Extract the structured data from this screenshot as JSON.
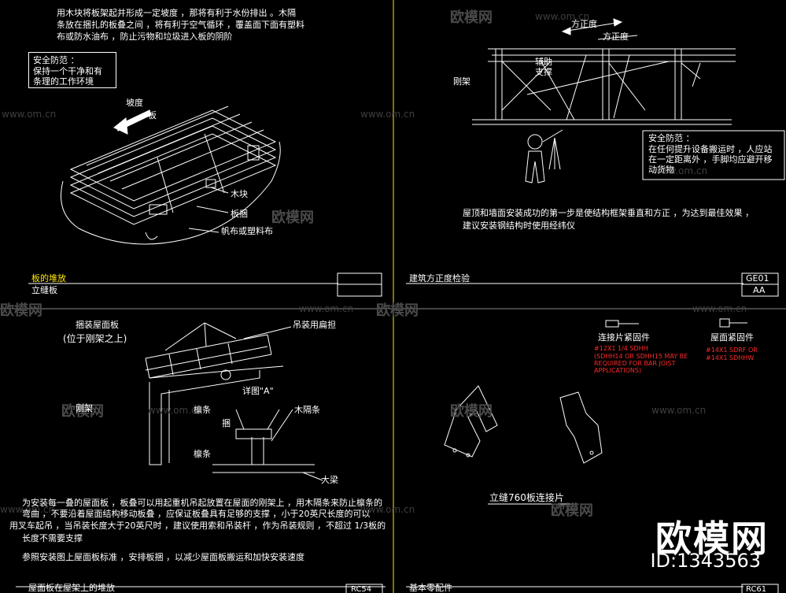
{
  "watermark": {
    "brand": "欧模网",
    "url": "www.om.cn",
    "id_label": "ID:1343563"
  },
  "q1": {
    "intro": [
      "用木块将板架起并形成一定坡度 ，那将有利于水份排出 。木隔",
      "条放在捆扎的板叠之间 ，将有利于空气循环 ，覆盖面下面有塑料",
      "布或防水油布 ，防止污物和垃圾进入板的阴阶"
    ],
    "safety": [
      "安全防范 ：",
      "保持一个干净和有",
      "条理的工作环境"
    ],
    "slope_label": "坡度",
    "board_label": "板",
    "callouts": [
      "木块",
      "板捆",
      "帆布或塑料布"
    ],
    "title": "板的堆放",
    "subtitle": "立缝板"
  },
  "q2": {
    "squareness": [
      "方正度",
      "方正度"
    ],
    "brace_label": "辅助支撑",
    "frame_label": "刚架",
    "safety": [
      "安全防范 ：",
      "在任何提升设备搬运时 ，人应站",
      "在一定距离外 ，手脚均应避开移",
      "动货物"
    ],
    "note": [
      "屋顶和墙面安装成功的第一步是使结构框架垂直和方正 ，为达到最佳效果 ，",
      "建议安装钢结构时使用经纬仪"
    ],
    "title": "建筑方正度检验",
    "code": "GE01",
    "code2": "AA"
  },
  "q3": {
    "labels": {
      "bundle": "捆装屋面板",
      "bundle_note": "(位于刚架之上)",
      "hoist": "吊装用扁担",
      "detail": "详图\"A\"",
      "frame": "刚架",
      "purlin": "檩条",
      "bar": "木隔条",
      "bundle2": "捆",
      "purlin2": "檩条",
      "beam": "大梁"
    },
    "para": [
      "为安装每一叠的屋面板 ，板叠可以用起重机吊起放置在屋面的刚架上 ，用木隔条来防止檩条的",
      "弯曲 ，不要沿着屋面结构移动板叠 ，应保证板叠具有足够的支撑 ，小于20英尺长度的可以",
      "用叉车起吊 ，当吊装长度大于20英尺时 ，建议使用索和吊装杆 ，作为吊装规则 ，不超过 1/3板的",
      "长度不需要支撑"
    ],
    "para2": "参照安装图上屋面板标准 ，安排板捆 ，以减少屋面板搬运和加快安装速度",
    "title": "屋面板在屋架上的堆放",
    "code": "RC54"
  },
  "q4": {
    "fastener1": "连接片紧固件",
    "fastener1_spec": [
      "#12X1 1/4 SDHH",
      "(SDHH14 OR SDHH15 MAY BE",
      "REQUIRED FOR BAR JOIST",
      "APPLICATIONS)"
    ],
    "fastener2": "屋面紧固件",
    "fastener2_spec": [
      "#14X1 SDRF OR",
      "#14X1 SDHHW"
    ],
    "clip_label": "立缝760板连接片",
    "title": "基本零配件",
    "code": "RC61"
  }
}
